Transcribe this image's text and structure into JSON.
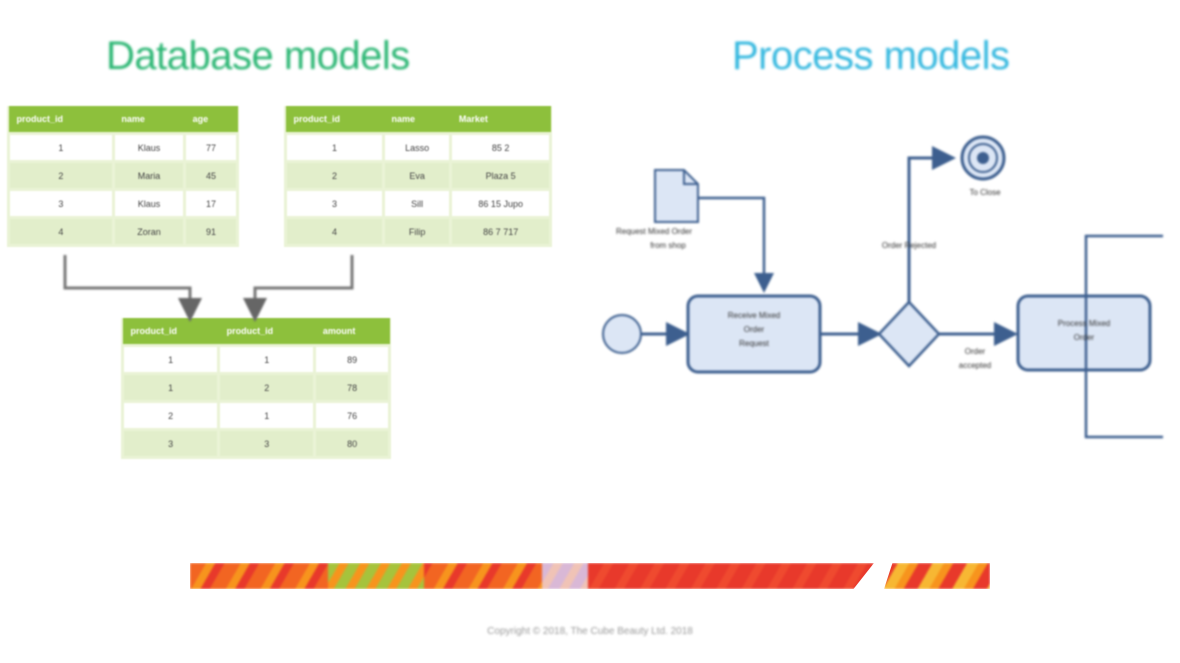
{
  "headings": {
    "database": "Database models",
    "process": "Process models"
  },
  "tables": {
    "customers": {
      "headers": [
        "product_id",
        "name",
        "age"
      ],
      "rows": [
        [
          "1",
          "Klaus",
          "77"
        ],
        [
          "2",
          "Maria",
          "45"
        ],
        [
          "3",
          "Klaus",
          "17"
        ],
        [
          "4",
          "Zoran",
          "91"
        ]
      ]
    },
    "orders": {
      "headers": [
        "product_id",
        "name",
        "Market"
      ],
      "rows": [
        [
          "1",
          "Lasso",
          "85 2"
        ],
        [
          "2",
          "Eva",
          "Plaza 5"
        ],
        [
          "3",
          "Sill",
          "86 15 Jupo"
        ],
        [
          "4",
          "Filip",
          "86 7 717"
        ]
      ]
    },
    "join": {
      "headers": [
        "product_id",
        "product_id",
        "amount"
      ],
      "rows": [
        [
          "1",
          "1",
          "89"
        ],
        [
          "1",
          "2",
          "78"
        ],
        [
          "2",
          "1",
          "76"
        ],
        [
          "3",
          "3",
          "80"
        ]
      ]
    }
  },
  "process": {
    "data_object_label_1": "Request Mixed Order",
    "data_object_label_2": "from shop",
    "task1_lines": [
      "Receive Mixed",
      "Order",
      "Request"
    ],
    "task2_lines": [
      "Process Mixed",
      "Order"
    ],
    "gateway_top_label": "Order Rejected",
    "gateway_right_label_1": "Order",
    "gateway_right_label_2": "accepted",
    "end_label": "To Close"
  },
  "colors": {
    "database_heading": "#2bb673",
    "process_heading": "#35b8df",
    "table_header": "#8dc03c",
    "table_fill": "#e2eecb",
    "bpmn_fill": "#dce6f5",
    "bpmn_stroke": "#3d5f8f"
  },
  "footer": {
    "copyright": "Copyright © 2018, The Cube Beauty Ltd. 2018"
  }
}
